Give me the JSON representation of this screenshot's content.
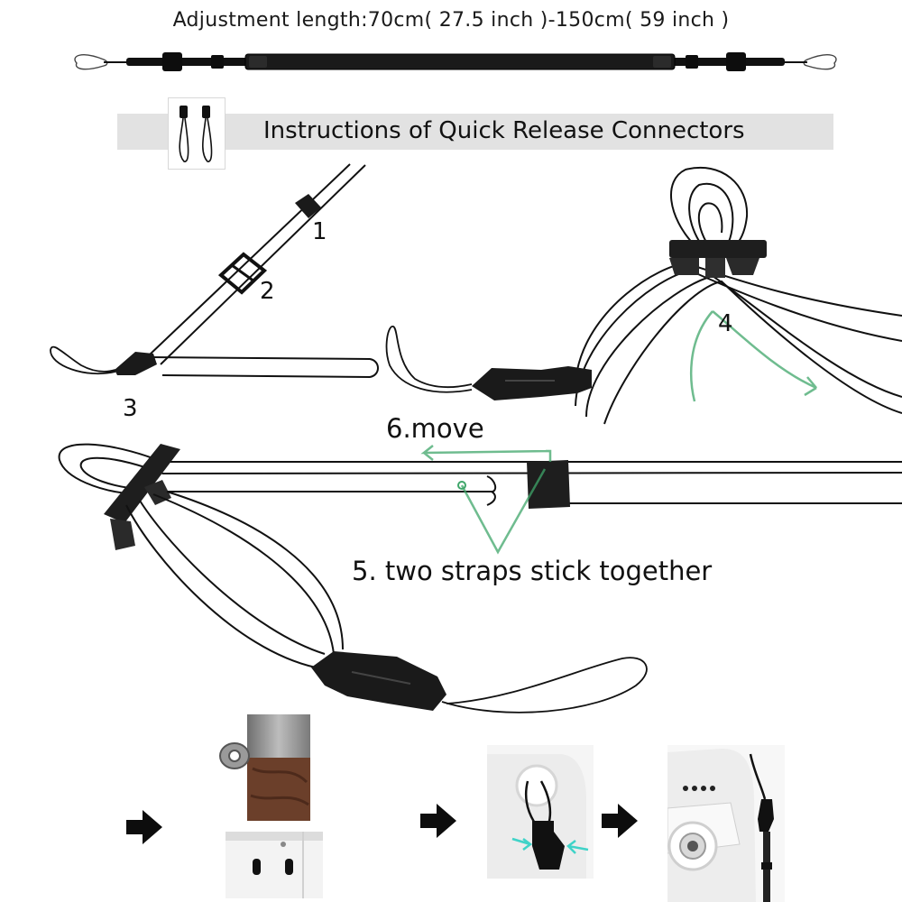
{
  "header": {
    "adjustment_label": "Adjustment length:70cm( 27.5 inch )-150cm( 59 inch )"
  },
  "banner": {
    "title": "Instructions of Quick Release Connectors",
    "icon": "lanyard-connectors-icon",
    "background_color": "#e2e2e2"
  },
  "steps": {
    "step_1": "1",
    "step_2": "2",
    "step_3": "3",
    "step_4": "4",
    "step_5": "5. two straps stick together",
    "step_6": "6.move"
  },
  "colors": {
    "arrow_green": "#3fa66a",
    "strap_line": "#111111",
    "connector": "#1c1c1c",
    "teal_arrow": "#3fd3c8"
  },
  "photos": [
    {
      "icon": "camera-lug-photo"
    },
    {
      "icon": "camera-strap-slot-photo"
    },
    {
      "icon": "connector-attached-photo"
    },
    {
      "icon": "camera-with-strap-photo"
    }
  ],
  "arrows": [
    "arrow-right-icon",
    "arrow-right-icon",
    "arrow-right-icon"
  ]
}
